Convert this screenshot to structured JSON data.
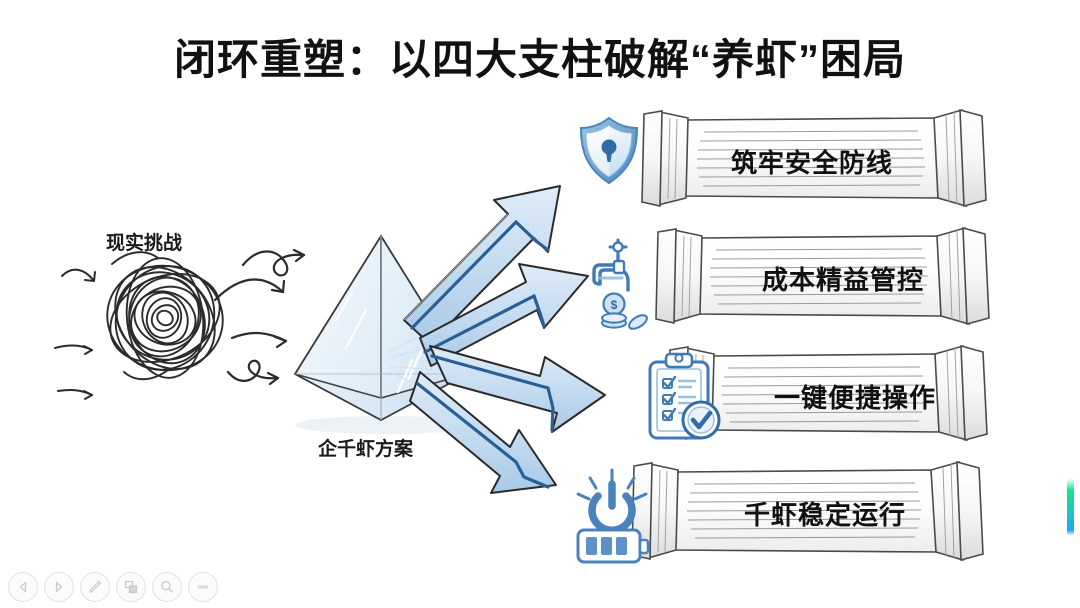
{
  "slide": {
    "title": "闭环重塑：以四大支柱破解“养虾”困局",
    "background_color": "#ffffff",
    "accent_color": "#2f6ca8",
    "arrow_fill_color": "#c5dcf0",
    "arrow_outline_color": "#2a5f95"
  },
  "diagram": {
    "challenge_label": "现实挑战",
    "solution_label": "企千虾方案",
    "scribble_name": "tangled-scribble-ball",
    "prism_name": "glass-prism",
    "inbound_arrow_count": 3,
    "outbound_arrow_count": 4
  },
  "pillars": [
    {
      "text": "筑牢安全防线",
      "icon": "shield-lock-icon",
      "icon_color": "#6ba3d6"
    },
    {
      "text": "成本精益管控",
      "icon": "faucet-coins-icon",
      "icon_color": "#6ba3d6"
    },
    {
      "text": "一键便捷操作",
      "icon": "clipboard-check-icon",
      "icon_color": "#4a7fb5"
    },
    {
      "text": "千虾稳定运行",
      "icon": "power-battery-icon",
      "icon_color": "#4a82bd"
    }
  ],
  "toolbar": {
    "buttons": [
      {
        "name": "previous-slide-button",
        "icon": "triangle-left-icon"
      },
      {
        "name": "next-slide-button",
        "icon": "triangle-right-icon"
      },
      {
        "name": "pen-tool-button",
        "icon": "pen-icon"
      },
      {
        "name": "slide-layout-button",
        "icon": "layout-icon"
      },
      {
        "name": "zoom-search-button",
        "icon": "magnifier-icon"
      },
      {
        "name": "more-options-button",
        "icon": "ellipsis-icon"
      }
    ]
  },
  "edge_indicator": {
    "name": "progress-accent-bar",
    "gradient_from": "#16e08a",
    "gradient_to": "#21a8f5"
  }
}
